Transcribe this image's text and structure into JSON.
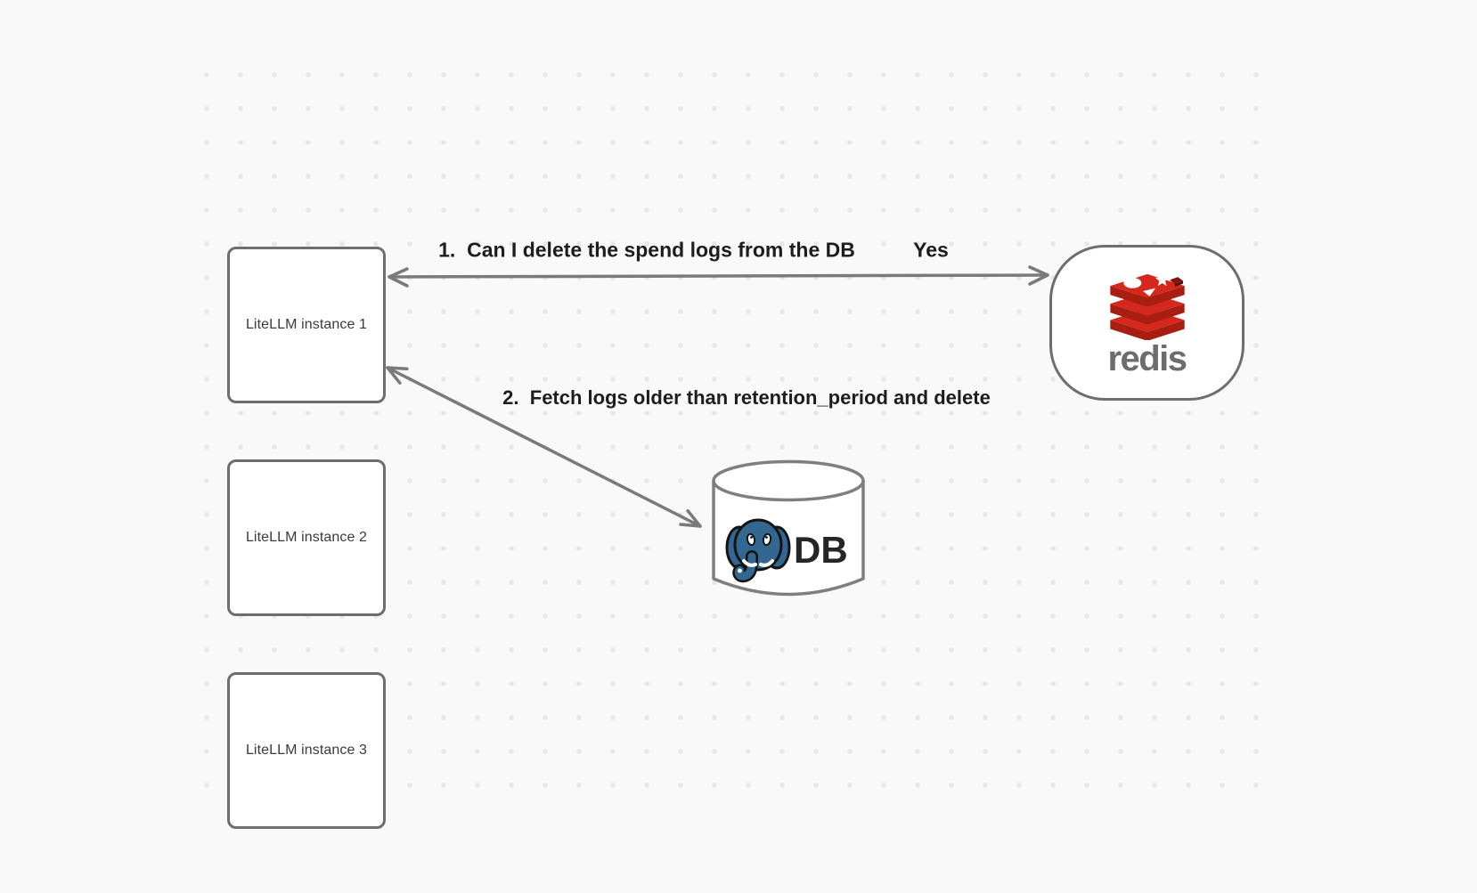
{
  "diagram": {
    "background_color": "#f9f9f9",
    "dot_color": "#e7e7e7",
    "node_border_color": "#6e6e6e",
    "arrow_color": "#7a7a7a",
    "label_text_color": "#1d1d1d"
  },
  "nodes": {
    "instance1": {
      "label": "LiteLLM instance 1"
    },
    "instance2": {
      "label": "LiteLLM instance 2"
    },
    "instance3": {
      "label": "LiteLLM instance 3"
    },
    "redis": {
      "label": "redis",
      "wordmark_color": "#6d6d6d",
      "brand_red": "#d4281f",
      "brand_red_dark": "#a81e11"
    },
    "db": {
      "label": "DB",
      "postgres_blue": "#336791"
    }
  },
  "edges": {
    "edge1": {
      "label": "1.  Can I delete the spend logs from the DB",
      "answer": "Yes"
    },
    "edge2": {
      "label": "2.  Fetch logs older than retention_period and delete"
    }
  }
}
